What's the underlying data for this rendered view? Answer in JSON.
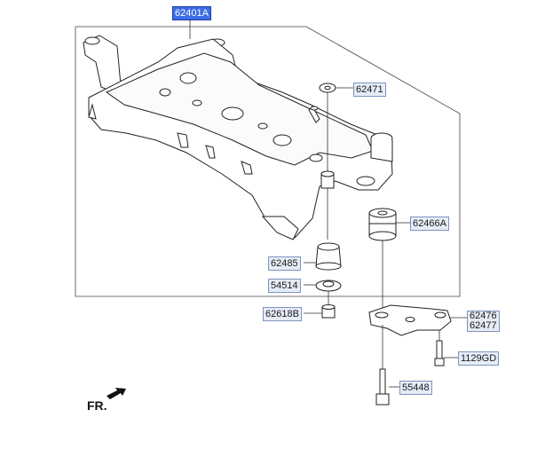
{
  "labels": {
    "frame": "62401A",
    "washer_top": "62471",
    "bushing_rear": "62466A",
    "bushing_front": "62485",
    "stopper": "54514",
    "nut": "62618B",
    "bracket_a": "62476",
    "bracket_b": "62477",
    "bolt_small": "1129GD",
    "bolt_long": "55448"
  },
  "direction_label": "FR.",
  "colors": {
    "selected": "#3d6de8",
    "label_bg": "#e6ecf7",
    "outline": "#7f93bf"
  }
}
